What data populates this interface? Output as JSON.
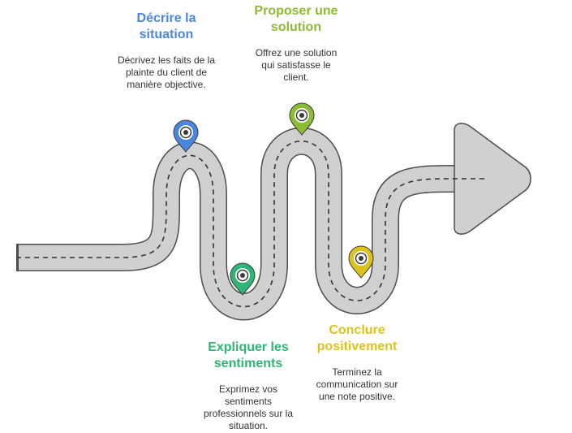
{
  "steps": [
    {
      "id": "step1",
      "title_lines": [
        "Décrire la",
        "situation"
      ],
      "desc": "Décrivez les faits de la plainte du client de manière objective.",
      "color": "#4a86e0"
    },
    {
      "id": "step2",
      "title_lines": [
        "Proposer une",
        "solution"
      ],
      "desc": "Offrez une solution qui satisfasse le client.",
      "color": "#8cbc34"
    },
    {
      "id": "step3",
      "title_lines": [
        "Expliquer les",
        "sentiments"
      ],
      "desc": "Exprimez vos sentiments professionnels sur la situation.",
      "color": "#2fb576"
    },
    {
      "id": "step4",
      "title_lines": [
        "Conclure",
        "positivement"
      ],
      "desc": "Terminez la communication sur une note positive.",
      "color": "#dcc21a"
    }
  ],
  "road": {
    "fill": "#d0d0d0",
    "outline": "#4d4d4d",
    "dash": "#333333"
  },
  "pins": [
    {
      "name": "pin-blue-icon",
      "color": "#4a86e0"
    },
    {
      "name": "pin-green-icon",
      "color": "#8cbc34"
    },
    {
      "name": "pin-teal-icon",
      "color": "#2fb576"
    },
    {
      "name": "pin-yellow-icon",
      "color": "#dcc21a"
    }
  ]
}
